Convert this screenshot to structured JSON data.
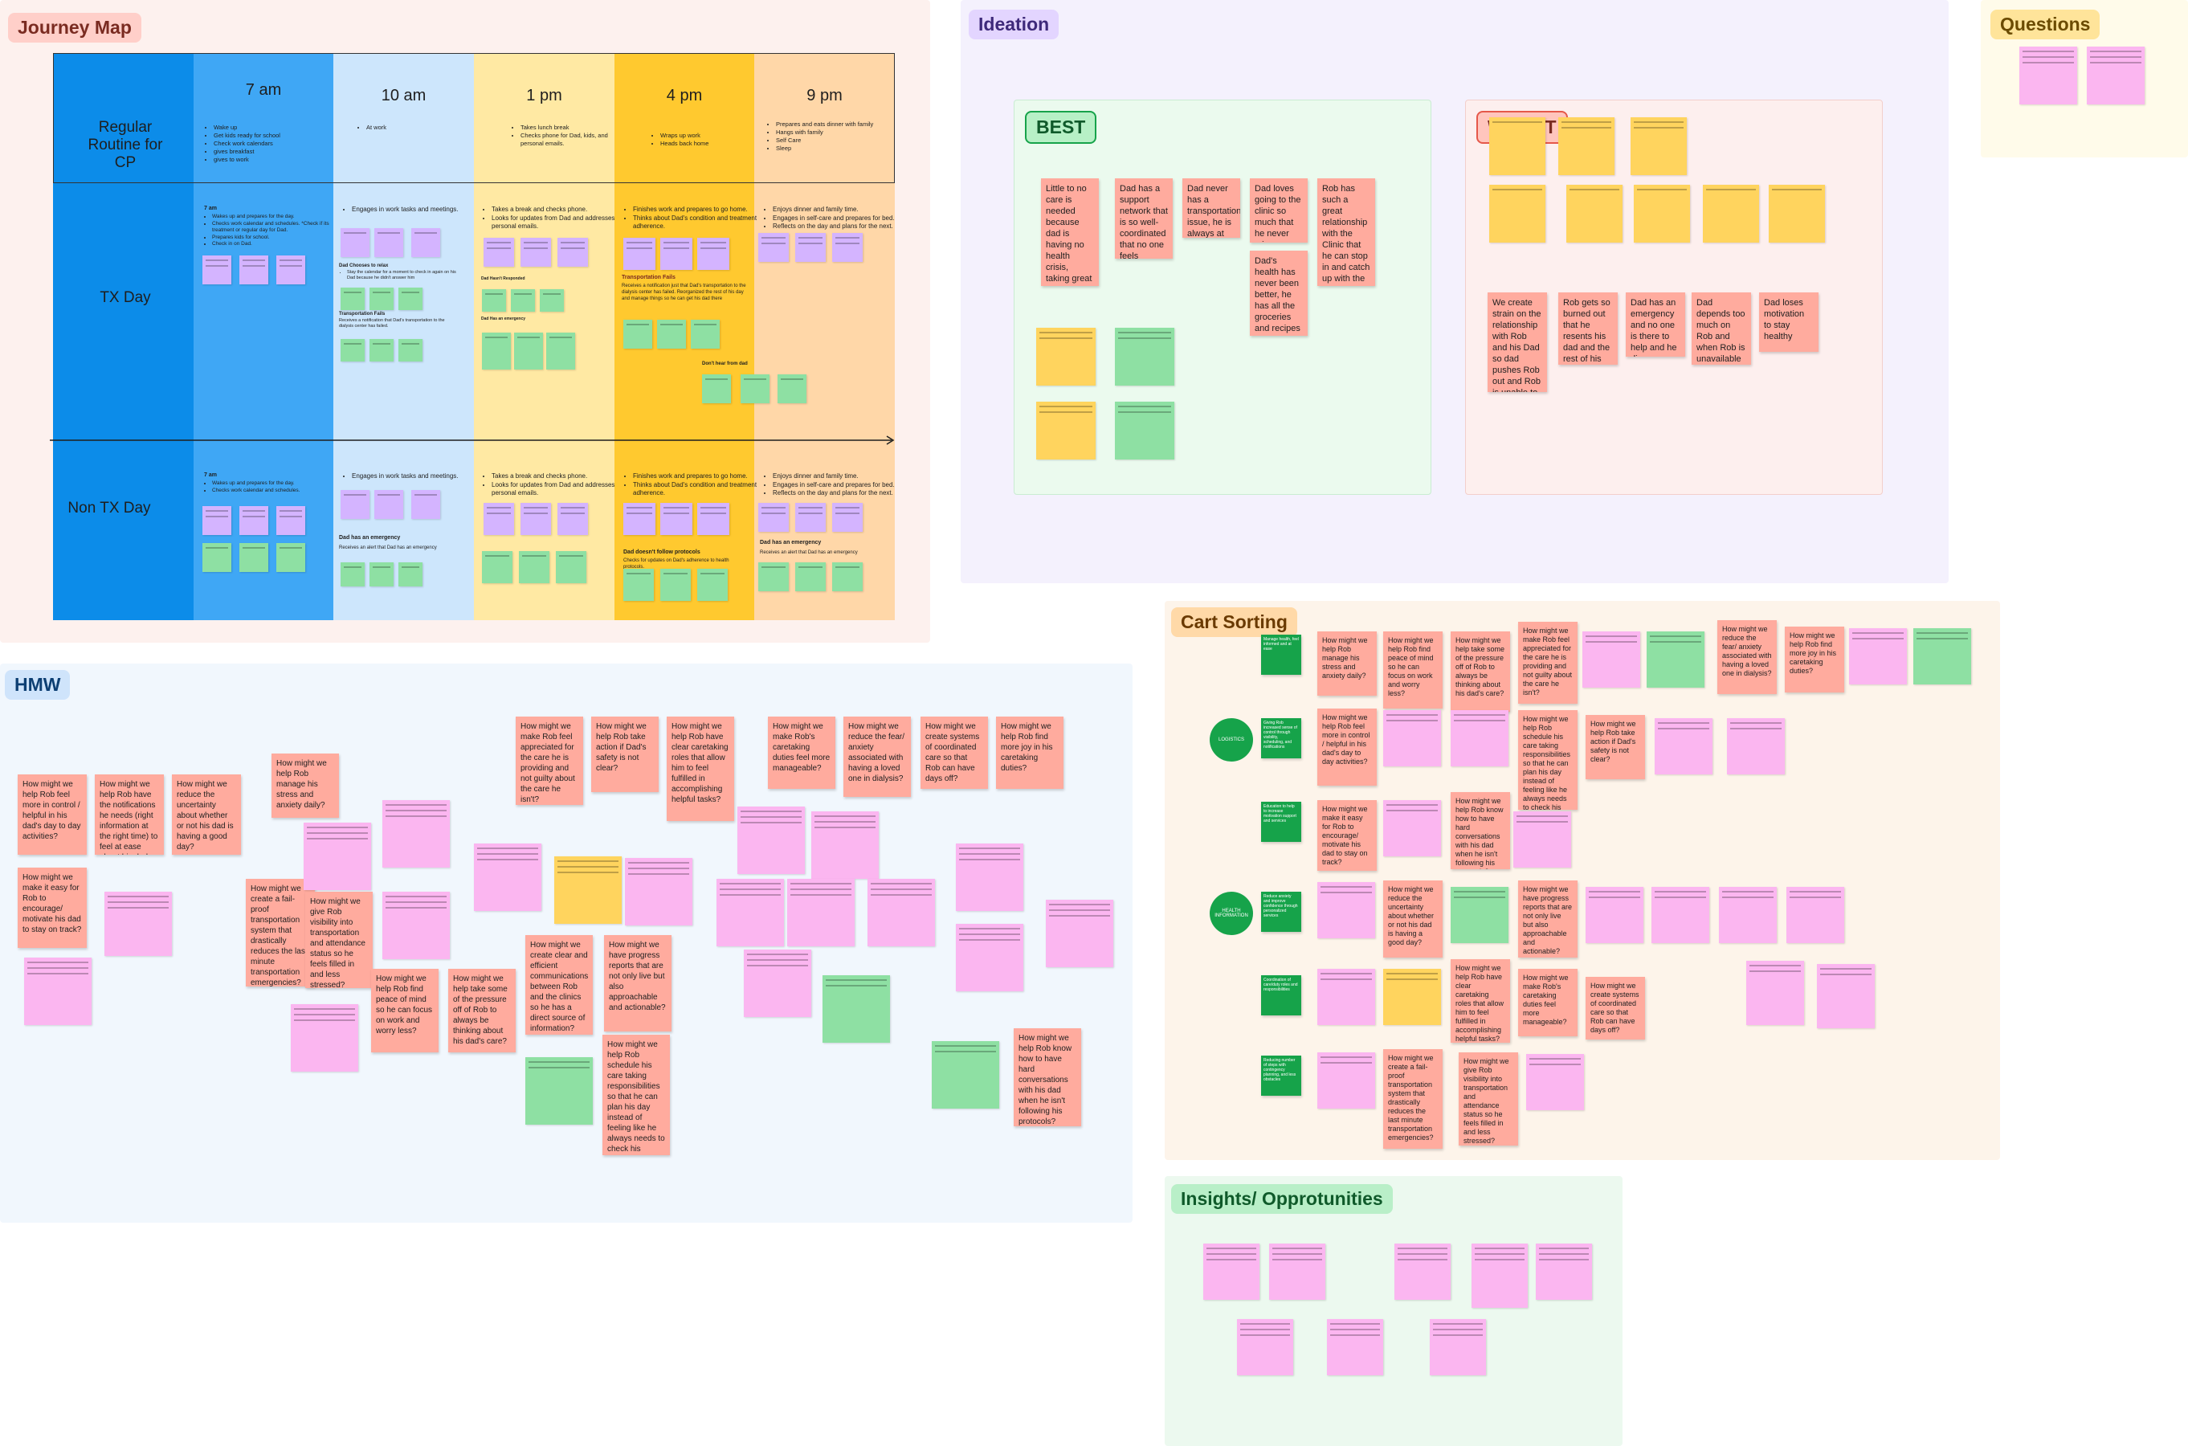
{
  "sections": {
    "journey": "Journey Map",
    "ideation": "Ideation",
    "questions": "Questions",
    "hmw": "HMW",
    "cart": "Cart Sorting",
    "insights": "Insights/ Opprotunities"
  },
  "ideation": {
    "best": "BEST",
    "worst": "WORST",
    "best_notes": [
      "Little to no care is needed because dad is having no health crisis, taking great care of himself, all the systems are in place for dad to be cared for in the best ways",
      "Dad has a support network that is so well-coordinated that no one feels burned out, everyone feels happy to help",
      "Dad never has a transportation issue, he is always at the clinic on time",
      "Dad loves going to the clinic so much that he never misses an appointment",
      "Rob has such a great relationship with the Clinic that he can stop in and catch up with the care team in person when he's in town, and otherwise knows his dad is in good hands",
      "Dad's health has never been better, he has all the groceries and recipes to be healthy and loves taking care of himself"
    ],
    "worst_notes": [
      "We create strain on the relationship with Rob and his Dad so dad pushes Rob out and Rob is unable to provide remote care",
      "Rob gets so burned out that he resents his dad and the rest of his family",
      "Dad has an emergency and no one is there to help and he dies",
      "Dad depends too much on Rob and when Rob is unavailable everything falls apart",
      "Dad loses motivation to stay healthy"
    ]
  },
  "journey": {
    "routine_label": "Regular Routine for CP",
    "row_tx": "TX Day",
    "row_nontx": "Non TX Day",
    "times": [
      "7 am",
      "10 am",
      "1 pm",
      "4 pm",
      "9 pm"
    ],
    "routine_7am": [
      "Wake up",
      "Get kids ready for school",
      "Check work calendars",
      "gives breakfast",
      "gives to work"
    ],
    "routine_10am": [
      "At work"
    ],
    "routine_1pm": [
      "Takes lunch break",
      "Checks phone for Dad, kids, and personal emails."
    ],
    "routine_4pm": [
      "Wraps up work",
      "Heads back home"
    ],
    "routine_9pm": [
      "Prepares and eats dinner with family",
      "Hangs with family",
      "Self Care",
      "Sleep"
    ],
    "tx_7am_title": "7 am",
    "tx_7am": [
      "Wakes up and prepares for the day.",
      "Checks work calendar and schedules. *Check if its treatment or regular day for Dad.",
      "Prepares kids for school.",
      "Check in on Dad."
    ],
    "tx_10am": [
      "Engages in work tasks and meetings."
    ],
    "tx_1pm": [
      "Takes a break and checks phone.",
      "Looks for updates from Dad and addresses personal emails."
    ],
    "tx_4pm": [
      "Finishes work and prepares to go home.",
      "Thinks about Dad's condition and treatment adherence."
    ],
    "tx_9pm": [
      "Enjoys dinner and family time.",
      "Engages in self-care and prepares for bed.",
      "Reflects on the day and plans for the next."
    ],
    "tx_dad_title": "Dad Chooses to relax",
    "tx_dad_items": [
      "Stay the calendar for a moment to check in again on his Dad because he didn't answer him"
    ],
    "tx_trans_title": "Transportation Fails",
    "tx_trans_text": "Receives a notification that Dad's transportation to the dialysis center has failed.",
    "tx_trans2_title": "Transportation Fails",
    "tx_trans2_text": "Receives a notification just that Dad's transportation to the dialysis center has failed. Reorganized the rest of his day and manage things so he can get his dad there",
    "tx_donthear": "Don't hear from dad",
    "tx_1pm_h1": "Dad Hasn't Responded",
    "tx_1pm_h2": "Dad Has an emergency",
    "non_7am_title": "7 am",
    "non_7am": [
      "Wakes up and prepares for the day.",
      "Checks work calendar and schedules."
    ],
    "non_10am": [
      "Engages in work tasks and meetings."
    ],
    "non_1pm": [
      "Takes a break and checks phone.",
      "Looks for updates from Dad and addresses personal emails."
    ],
    "non_4pm": [
      "Finishes work and prepares to go home.",
      "Thinks about Dad's condition and treatment adherence."
    ],
    "non_9pm": [
      "Enjoys dinner and family time.",
      "Engages in self-care and prepares for bed.",
      "Reflects on the day and plans for the next."
    ],
    "non_emerg_title": "Dad has an emergency",
    "non_emerg_text": "Receives an alert that Dad has an emergency",
    "non_protocol_title": "Dad doesn't follow protocols",
    "non_protocol_text": "Checks for updates on Dad's adherence to health protocols.",
    "non_emerg2_title": "Dad has an emergency",
    "non_emerg2_text": "Receives an alert that Dad has an emergency"
  },
  "hmw_notes": [
    "How might we help Rob feel more in control / helpful in his dad's day to day activities?",
    "How might we help Rob have the notifications he needs (right information at the right time) to feel at ease about his dads treatments?",
    "How might we reduce the uncertainty about whether or not his dad is having a good day?",
    "How might we make it easy for Rob to encourage/ motivate his dad to stay on track?",
    "How might we help Rob manage his stress and anxiety daily?",
    "How might we create a fail-proof transportation system that drastically reduces the last minute transportation emergencies?",
    "How might we give Rob visibility into transportation and attendance status so he feels filled in and less stressed?",
    "How might we help Rob find peace of mind so he can focus on work and worry less?",
    "How might we help take some of the pressure off of Rob to always be thinking about his dad's care?",
    "How might we make Rob feel appreciated for the care he is providing and not guilty about the care he isn't?",
    "How might we help Rob take action if Dad's safety is not clear?",
    "How might we help Rob have clear caretaking roles that allow him to feel fulfilled in accomplishing helpful tasks?",
    "How might we create clear and efficient communications between Rob and the clinics so he has a direct source of information?",
    "How might we have progress reports that are not only live but also approachable and actionable?",
    "How might we help Rob schedule his care taking responsibilities so that he can plan his day instead of feeling like he always needs to check his phone?",
    "How might we make Rob's caretaking duties feel more manageable?",
    "How might we reduce the fear/ anxiety associated with having a loved one in dialysis?",
    "How might we create systems of coordinated care so that Rob can have days off?",
    "How might we help Rob find more joy in his caretaking duties?",
    "How might we help Rob know how to have hard conversations with his dad when he isn't following his protocols?"
  ],
  "cart": {
    "categories": [
      "Manage health, feel informed and at ease",
      "Giving Rob increased sense of control through visibility, scheduling, and notifications",
      "Education to help to increase motivation support and services",
      "Reduce anxiety and improve confidence through personalized services",
      "Coordination of care/duty roles and responsibilities",
      "Reducing number of steps with contingency planning, and less obstacles"
    ],
    "circles": [
      "LOGISTICS",
      "HEALTH INFORMATION"
    ],
    "notes": [
      "How might we help Rob manage his stress and anxiety daily?",
      "How might we help Rob find peace of mind so he can focus on work and worry less?",
      "How might we help take some of the pressure off of Rob to always be thinking about his dad's care?",
      "How might we make Rob feel appreciated for the care he is providing and not guilty about the care he isn't?",
      "How might we reduce the fear/ anxiety associated with having a loved one in dialysis?",
      "How might we help Rob find more joy in his caretaking duties?",
      "How might we help Rob feel more in control / helpful in his dad's day to day activities?",
      "How might we help Rob schedule his care taking responsibilities so that he can plan his day instead of feeling like he always needs to check his phone?",
      "How might we help Rob take action if Dad's safety is not clear?",
      "How might we make it easy for Rob to encourage/ motivate his dad to stay on track?",
      "How might we help Rob know how to have hard conversations with his dad when he isn't following his protocols?",
      "How might we reduce the uncertainty about whether or not his dad is having a good day?",
      "How might we have progress reports that are not only live but also approachable and actionable?",
      "How might we help Rob have clear caretaking roles that allow him to feel fulfilled in accomplishing helpful tasks?",
      "How might we make Rob's caretaking duties feel more manageable?",
      "How might we create systems of coordinated care so that Rob can have days off?",
      "How might we create a fail-proof transportation system that drastically reduces the last minute transportation emergencies?",
      "How might we give Rob visibility into transportation and attendance status so he feels filled in and less stressed?"
    ]
  }
}
